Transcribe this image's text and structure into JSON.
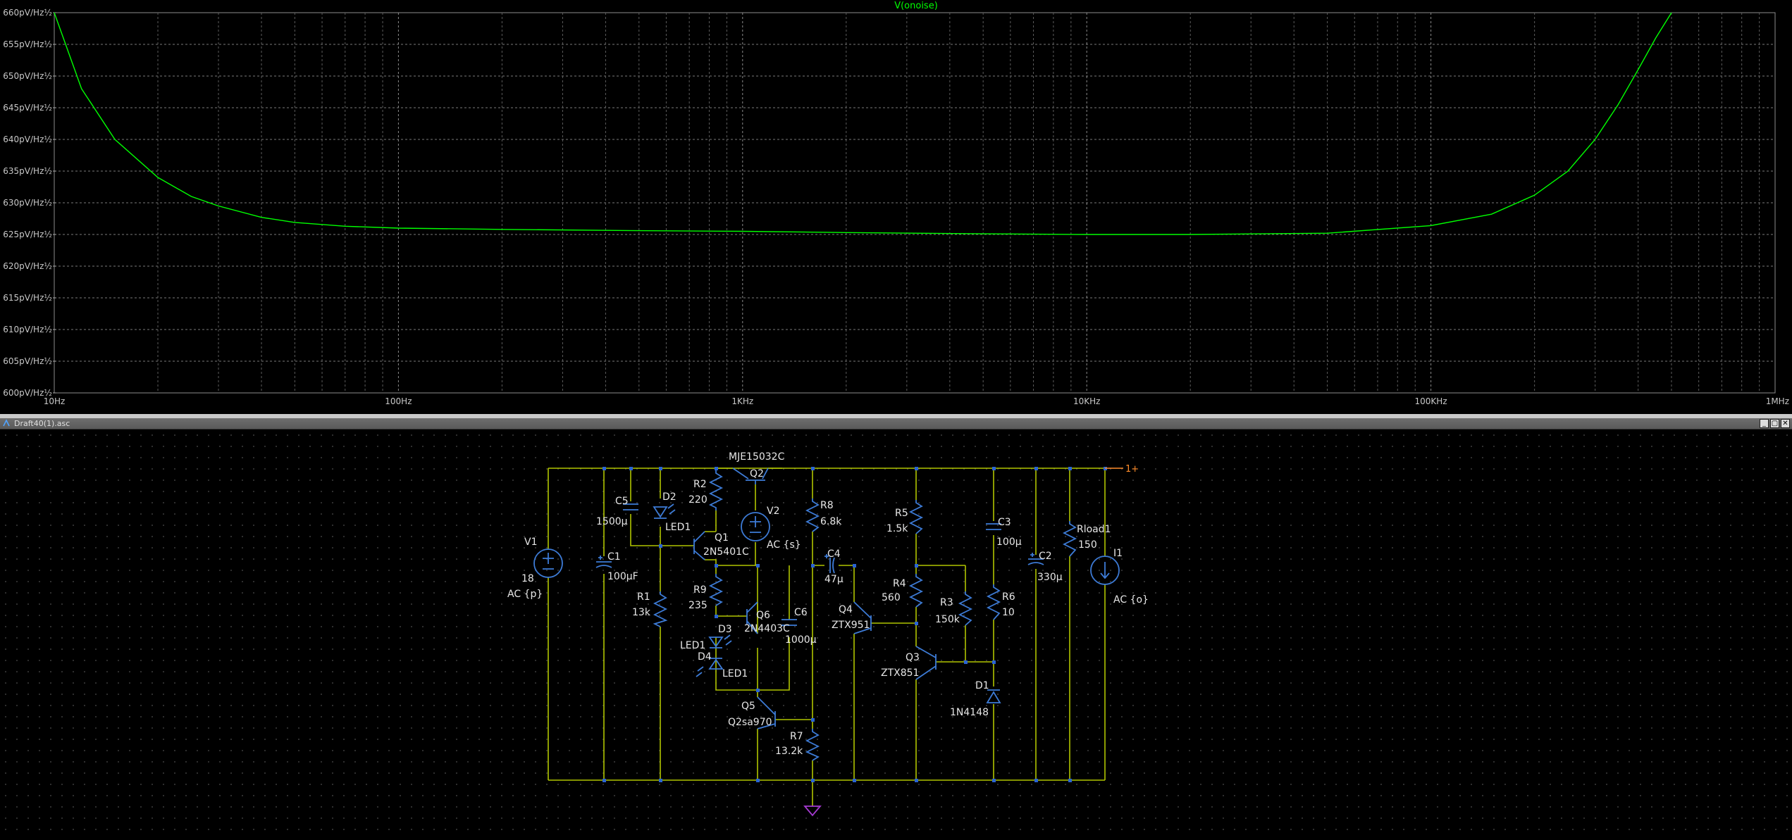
{
  "plot": {
    "trace_name": "V(onoise)",
    "trace_color": "#00ff00",
    "y_ticks": [
      "660pV/Hz½",
      "655pV/Hz½",
      "650pV/Hz½",
      "645pV/Hz½",
      "640pV/Hz½",
      "635pV/Hz½",
      "630pV/Hz½",
      "625pV/Hz½",
      "620pV/Hz½",
      "615pV/Hz½",
      "610pV/Hz½",
      "605pV/Hz½",
      "600pV/Hz½"
    ],
    "x_ticks": [
      "10Hz",
      "100Hz",
      "1KHz",
      "10KHz",
      "100KHz",
      "1MHz"
    ]
  },
  "chart_data": {
    "type": "line",
    "title": "V(onoise)",
    "x_scale": "log",
    "xlim": [
      10,
      1000000
    ],
    "ylim": [
      600,
      660
    ],
    "y_unit": "pV/Hz½",
    "grid": true,
    "series": [
      {
        "name": "V(onoise)",
        "color": "#00ff00",
        "x": [
          10,
          12,
          15,
          20,
          25,
          30,
          40,
          50,
          70,
          100,
          200,
          500,
          1000,
          2000,
          5000,
          10000,
          20000,
          50000,
          100000,
          150000,
          200000,
          250000,
          300000,
          350000,
          400000,
          450000,
          500000
        ],
        "y": [
          660,
          648,
          640,
          634,
          631,
          629.5,
          627.7,
          626.9,
          626.3,
          626.0,
          625.8,
          625.6,
          625.5,
          625.3,
          625.1,
          625.0,
          625.0,
          625.2,
          626.4,
          628.2,
          631.2,
          635.0,
          640.0,
          645.5,
          651.0,
          656.0,
          660
        ]
      }
    ]
  },
  "schematic_window": {
    "title": "Draft40(1).asc",
    "buttons": [
      "_",
      "▢",
      "✕"
    ]
  },
  "schematic": {
    "net_label": "1+",
    "components": {
      "V1": {
        "name": "V1",
        "value": "18",
        "ac": "AC {p}"
      },
      "C1": {
        "name": "C1",
        "value": "100µF"
      },
      "C5": {
        "name": "C5",
        "value": "1500µ"
      },
      "D2": {
        "name": "D2",
        "value": "LED1"
      },
      "R2": {
        "name": "R2",
        "value": "220"
      },
      "Q2": {
        "name": "Q2",
        "model": "MJE15032C"
      },
      "V2": {
        "name": "V2",
        "ac": "AC {s}"
      },
      "Q1": {
        "name": "Q1",
        "model": "2N5401C"
      },
      "R1": {
        "name": "R1",
        "value": "13k"
      },
      "R9": {
        "name": "R9",
        "value": "235"
      },
      "Q6": {
        "name": "Q6",
        "model": "2N4403C"
      },
      "C6": {
        "name": "C6",
        "value": "1000µ"
      },
      "D3": {
        "name": "D3",
        "value": "LED1"
      },
      "D4": {
        "name": "D4",
        "value": "LED1"
      },
      "Q5": {
        "name": "Q5",
        "model": "Q2sa970"
      },
      "R8": {
        "name": "R8",
        "value": "6.8k"
      },
      "C4": {
        "name": "C4",
        "value": "47µ"
      },
      "R7": {
        "name": "R7",
        "value": "13.2k"
      },
      "Q4": {
        "name": "Q4",
        "model": "ZTX951"
      },
      "R5": {
        "name": "R5",
        "value": "1.5k"
      },
      "R4": {
        "name": "R4",
        "value": "560"
      },
      "R3": {
        "name": "R3",
        "value": "150k"
      },
      "Q3": {
        "name": "Q3",
        "model": "ZTX851"
      },
      "C3": {
        "name": "C3",
        "value": "100µ"
      },
      "R6": {
        "name": "R6",
        "value": "10"
      },
      "D1": {
        "name": "D1",
        "value": "1N4148"
      },
      "C2": {
        "name": "C2",
        "value": "330µ"
      },
      "Rload1": {
        "name": "Rload1",
        "value": "150"
      },
      "I1": {
        "name": "I1",
        "ac": "AC {o}"
      }
    }
  }
}
